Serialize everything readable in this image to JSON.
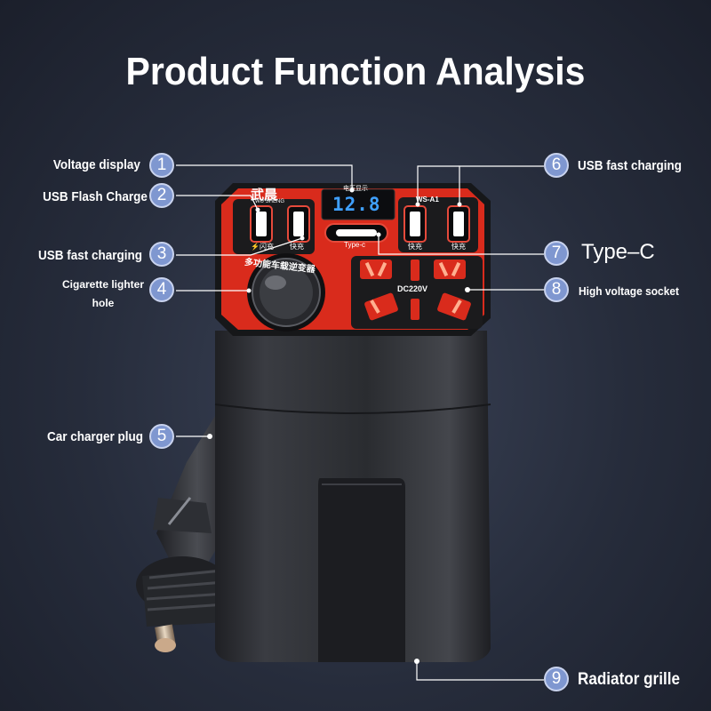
{
  "title": "Product Function Analysis",
  "callouts": [
    {
      "number": "1",
      "label": "Voltage display"
    },
    {
      "number": "2",
      "label": "USB Flash Charge"
    },
    {
      "number": "3",
      "label": "USB fast charging"
    },
    {
      "number": "4",
      "label": "Cigarette lighter hole"
    },
    {
      "number": "5",
      "label": "Car charger plug"
    },
    {
      "number": "6",
      "label": "USB fast charging"
    },
    {
      "number": "7",
      "label": "Type–C"
    },
    {
      "number": "8",
      "label": "High voltage socket"
    },
    {
      "number": "9",
      "label": "Radiator grille"
    }
  ],
  "device": {
    "brand": "武晨",
    "brand_sub": "WU SHENG",
    "display_caption": "电压显示",
    "display_value": "12.8",
    "port_labels_left": [
      "⚡闪充",
      "快充"
    ],
    "port_labels_right": [
      "快充",
      "快充"
    ],
    "typec_label": "Type-c",
    "model": "WS-A1",
    "socket_label": "DC220V",
    "arc_text": "多功能车载逆变器"
  },
  "colors": {
    "panel_red": "#e0301e",
    "body_dark": "#2b2d31",
    "badge": "#7f97d0",
    "led": "#3fa0ff"
  }
}
